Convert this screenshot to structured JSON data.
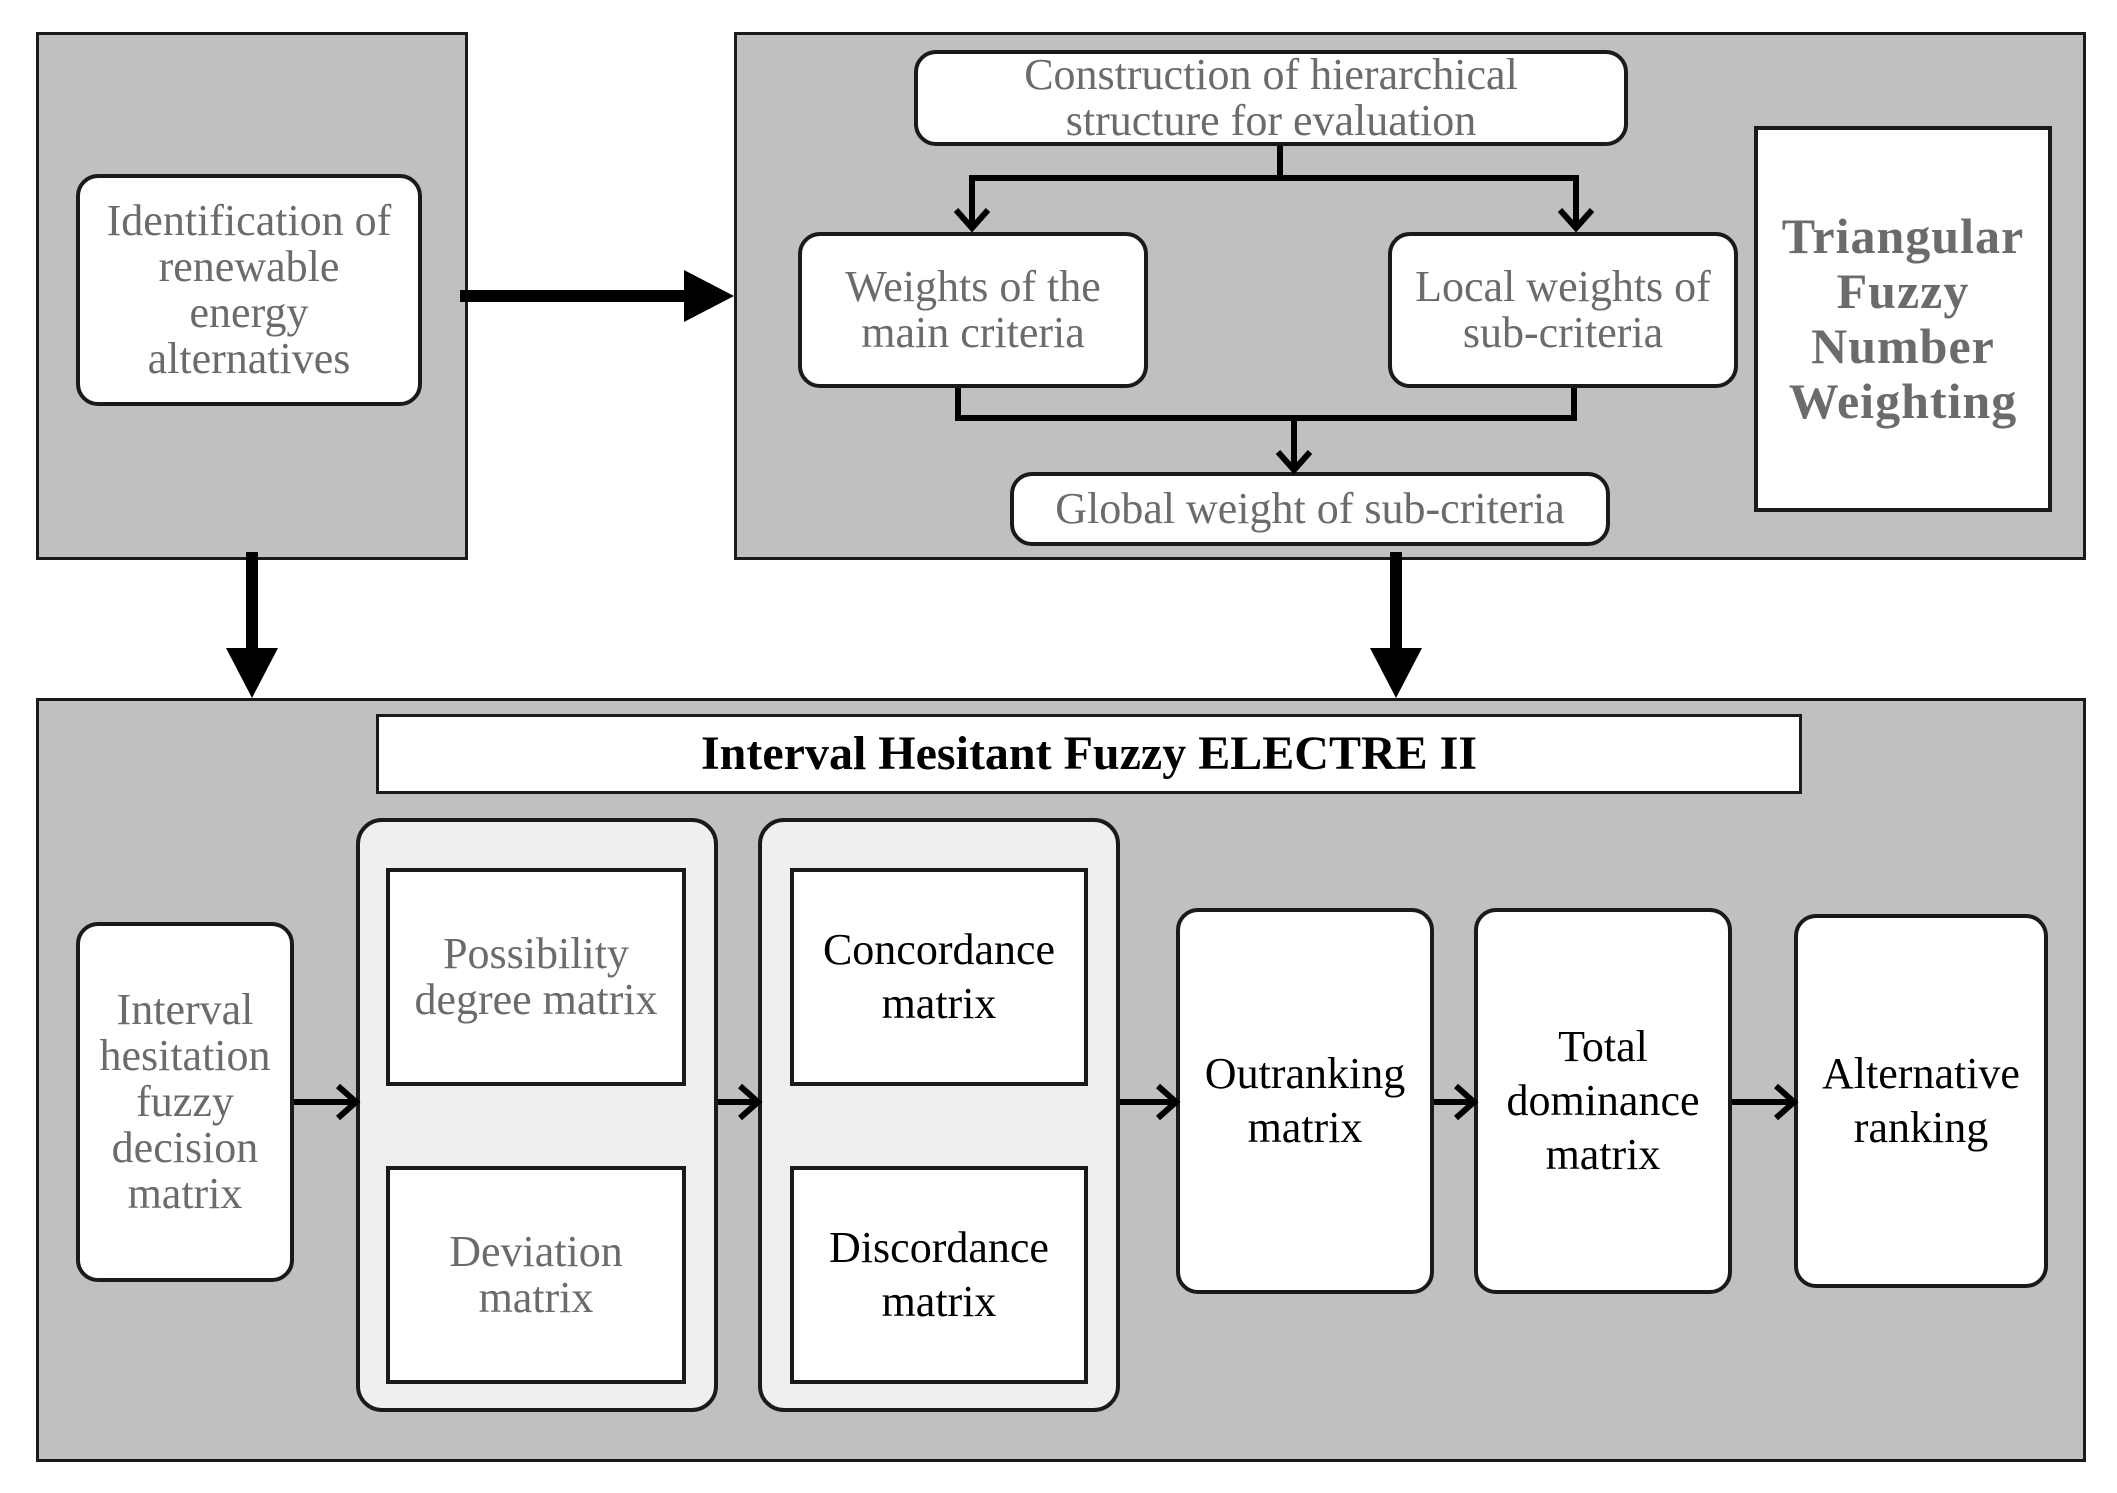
{
  "top_left": {
    "identification": "Identification of renewable energy alternatives"
  },
  "top_right": {
    "construction": "Construction of hierarchical structure for evaluation",
    "main_weights": "Weights of the main criteria",
    "local_weights": "Local weights of sub-criteria",
    "global_weight": "Global weight of sub-criteria",
    "side_title": "Triangular Fuzzy Number Weighting"
  },
  "bottom": {
    "title": "Interval Hesitant Fuzzy ELECTRE II",
    "decision_matrix": "Interval hesitation fuzzy decision matrix",
    "possibility": "Possibility degree matrix",
    "deviation": "Deviation matrix",
    "concordance": "Concordance matrix",
    "discordance": "Discordance matrix",
    "outranking": "Outranking matrix",
    "dominance": "Total dominance matrix",
    "ranking": "Alternative ranking"
  },
  "colors": {
    "panel": "#c0c0c0",
    "group": "#efefef",
    "box": "#ffffff",
    "stroke": "#1a1a1a",
    "grey_text": "#6b6b6b"
  }
}
